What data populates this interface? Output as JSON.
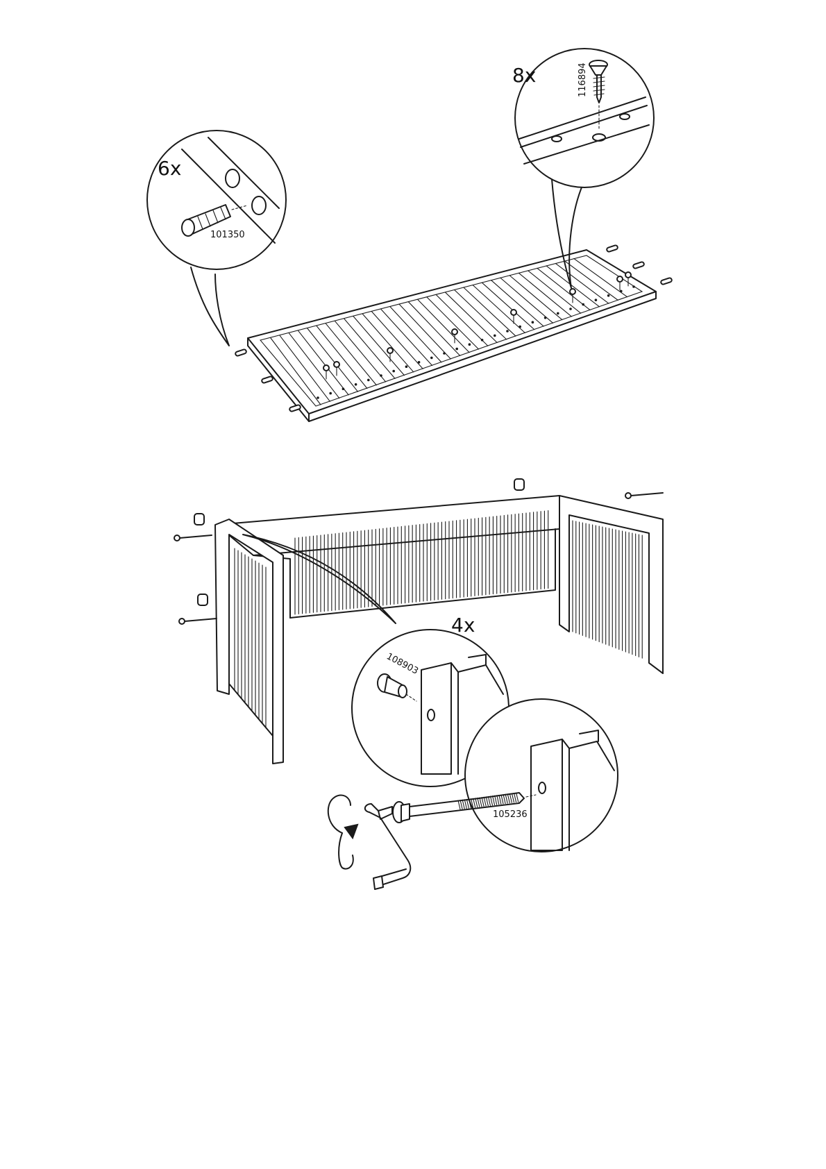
{
  "step_top": {
    "callout_dowel": {
      "quantity": "6x",
      "part_number": "101350"
    },
    "callout_screw": {
      "quantity": "8x",
      "part_number": "116894"
    }
  },
  "step_bottom": {
    "callout_barrel_nut": {
      "quantity": "4x",
      "part_number": "108903"
    },
    "callout_bolt": {
      "part_number": "105236"
    }
  }
}
